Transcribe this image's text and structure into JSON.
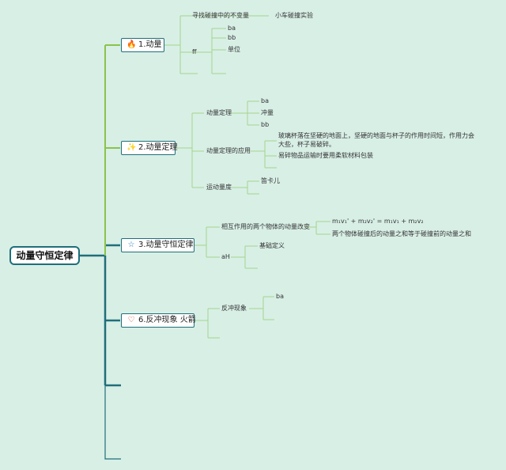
{
  "root": "动量守恒定律",
  "colors": {
    "background": "#d8efe6",
    "trunk": "#1f6f7a",
    "branch": "#8bc34a",
    "leaf": "#a5d68a"
  },
  "topics": {
    "t1": {
      "label": "1.动量",
      "icon": "fire-icon",
      "glyph": "🔥"
    },
    "t2": {
      "label": "2.动量定理",
      "icon": "sparkle-icon",
      "glyph": "✨"
    },
    "t3": {
      "label": "3.动量守恒定律",
      "icon": "star-icon",
      "glyph": "☆"
    },
    "t4": {
      "label": "6.反冲现象 火箭",
      "icon": "heart-icon",
      "glyph": "♡"
    }
  },
  "t1_children": {
    "top": "寻找碰撞中的不变量",
    "top_right": "小车碰撞实验",
    "ff": "ff",
    "ba": "ba",
    "bb": "bb",
    "unit": "单位"
  },
  "t2_children": {
    "theorem": "动量定理",
    "ba": "ba",
    "impulse": "冲量",
    "bb": "bb",
    "application": "动量定理的应用",
    "app1": "玻璃杯落在坚硬的地面上，坚硬的地面与杯子的作用时间短，作用力会大些，杯子易破碎。",
    "app2": "易碎物品运输时要用柔软材料包装",
    "measure": "运动量度",
    "descartes": "笛卡儿"
  },
  "t3_children": {
    "interact": "相互作用的两个物体的动量改变",
    "formula": "m₁v₁' + m₂v₂' = m₁v₁ + m₂v₂",
    "statement": "两个物体碰撞后的动量之和等于碰撞前的动量之和",
    "ah": "aH",
    "basic_def": "基础定义"
  },
  "t4_children": {
    "recoil": "反冲现象",
    "ba": "ba"
  }
}
